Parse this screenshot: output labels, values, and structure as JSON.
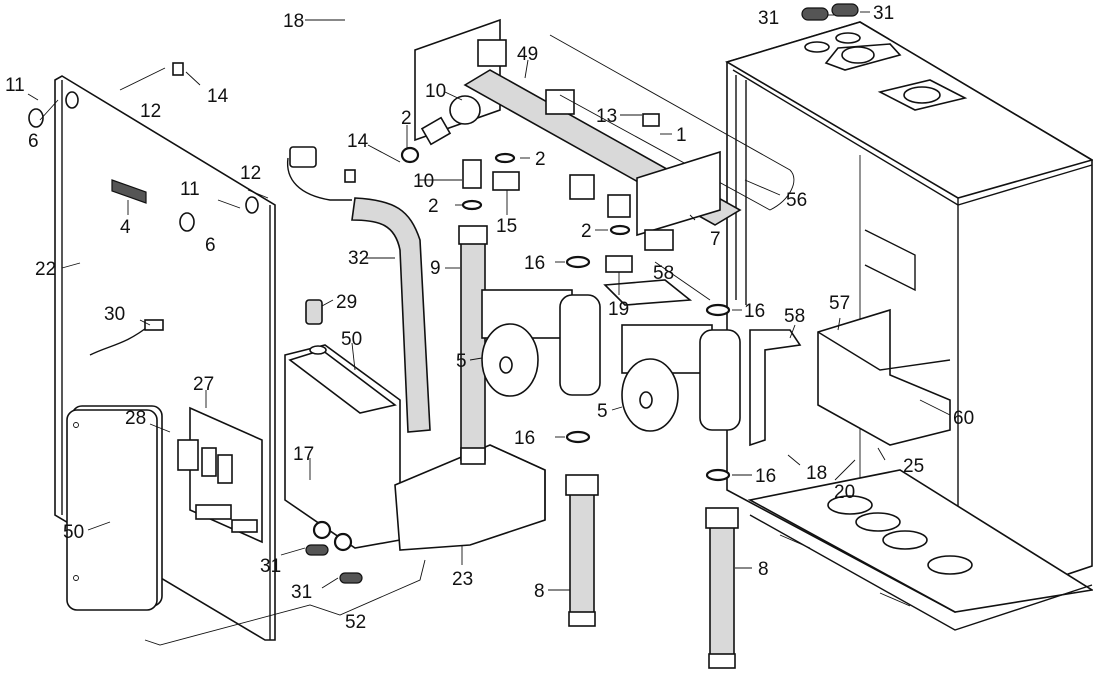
{
  "diagram": {
    "title": "Exploded parts view",
    "callouts": [
      {
        "id": "c-18-top",
        "label": "18"
      },
      {
        "id": "c-49",
        "label": "49"
      },
      {
        "id": "c-10-a",
        "label": "10"
      },
      {
        "id": "c-2-a",
        "label": "2"
      },
      {
        "id": "c-14-b",
        "label": "14"
      },
      {
        "id": "c-10-b",
        "label": "10"
      },
      {
        "id": "c-2-b",
        "label": "2"
      },
      {
        "id": "c-2-c",
        "label": "2"
      },
      {
        "id": "c-15",
        "label": "15"
      },
      {
        "id": "c-13",
        "label": "13"
      },
      {
        "id": "c-1",
        "label": "1"
      },
      {
        "id": "c-56",
        "label": "56"
      },
      {
        "id": "c-7",
        "label": "7"
      },
      {
        "id": "c-2-d",
        "label": "2"
      },
      {
        "id": "c-58-a",
        "label": "58"
      },
      {
        "id": "c-19",
        "label": "19"
      },
      {
        "id": "c-16-a",
        "label": "16"
      },
      {
        "id": "c-16-b",
        "label": "16"
      },
      {
        "id": "c-58-b",
        "label": "58"
      },
      {
        "id": "c-57",
        "label": "57"
      },
      {
        "id": "c-60",
        "label": "60"
      },
      {
        "id": "c-5-a",
        "label": "5"
      },
      {
        "id": "c-5-b",
        "label": "5"
      },
      {
        "id": "c-16-c",
        "label": "16"
      },
      {
        "id": "c-16-d",
        "label": "16"
      },
      {
        "id": "c-18-b",
        "label": "18"
      },
      {
        "id": "c-25",
        "label": "25"
      },
      {
        "id": "c-20",
        "label": "20"
      },
      {
        "id": "c-8-a",
        "label": "8"
      },
      {
        "id": "c-8-b",
        "label": "8"
      },
      {
        "id": "c-23",
        "label": "23"
      },
      {
        "id": "c-52",
        "label": "52"
      },
      {
        "id": "c-31-a",
        "label": "31"
      },
      {
        "id": "c-31-b",
        "label": "31"
      },
      {
        "id": "c-31-c",
        "label": "31"
      },
      {
        "id": "c-31-d",
        "label": "31"
      },
      {
        "id": "c-11-a",
        "label": "11"
      },
      {
        "id": "c-6-a",
        "label": "6"
      },
      {
        "id": "c-12-a",
        "label": "12"
      },
      {
        "id": "c-14-a",
        "label": "14"
      },
      {
        "id": "c-4",
        "label": "4"
      },
      {
        "id": "c-11-b",
        "label": "11"
      },
      {
        "id": "c-6-b",
        "label": "6"
      },
      {
        "id": "c-12-b",
        "label": "12"
      },
      {
        "id": "c-22",
        "label": "22"
      },
      {
        "id": "c-32",
        "label": "32"
      },
      {
        "id": "c-9",
        "label": "9"
      },
      {
        "id": "c-29",
        "label": "29"
      },
      {
        "id": "c-50-a",
        "label": "50"
      },
      {
        "id": "c-30",
        "label": "30"
      },
      {
        "id": "c-27",
        "label": "27"
      },
      {
        "id": "c-28",
        "label": "28"
      },
      {
        "id": "c-17",
        "label": "17"
      },
      {
        "id": "c-50-b",
        "label": "50"
      }
    ]
  }
}
